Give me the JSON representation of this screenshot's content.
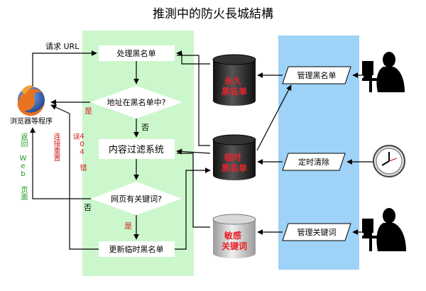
{
  "title": "推測中的防火長城結構",
  "browser": {
    "label": "浏览器等程序"
  },
  "flow": {
    "process_blacklist": "处理黑名单",
    "address_in_blacklist": "地址在黑名单中?",
    "content_filter": "内容过滤系统",
    "has_keyword": "网页有关键词?",
    "update_temp_blacklist": "更新临时黑名单"
  },
  "labels": {
    "request_url": "请求 URL",
    "yes1": "是",
    "no1": "否",
    "no2": "否",
    "yes2": "是",
    "return_web_page": "返回 Web 页面",
    "connection_reset": "连接重置",
    "error_404": "404 错误"
  },
  "databases": {
    "permanent": "永久\n黑名单",
    "temporary": "临时\n黑名单",
    "sensitive": "敏感\n关键词"
  },
  "admin": {
    "manage_blacklist": "管理黑名单",
    "timed_clear": "定时清除",
    "manage_keywords": "管理关键词"
  },
  "colors": {
    "green_panel": "#ccf7cc",
    "blue_panel": "#9fd2f7",
    "db_red_text": "#e8232a",
    "label_green": "#1a9a1a",
    "label_red": "#d11f1f"
  },
  "icons": [
    "firefox-icon",
    "person-at-computer-icon",
    "clock-icon"
  ]
}
